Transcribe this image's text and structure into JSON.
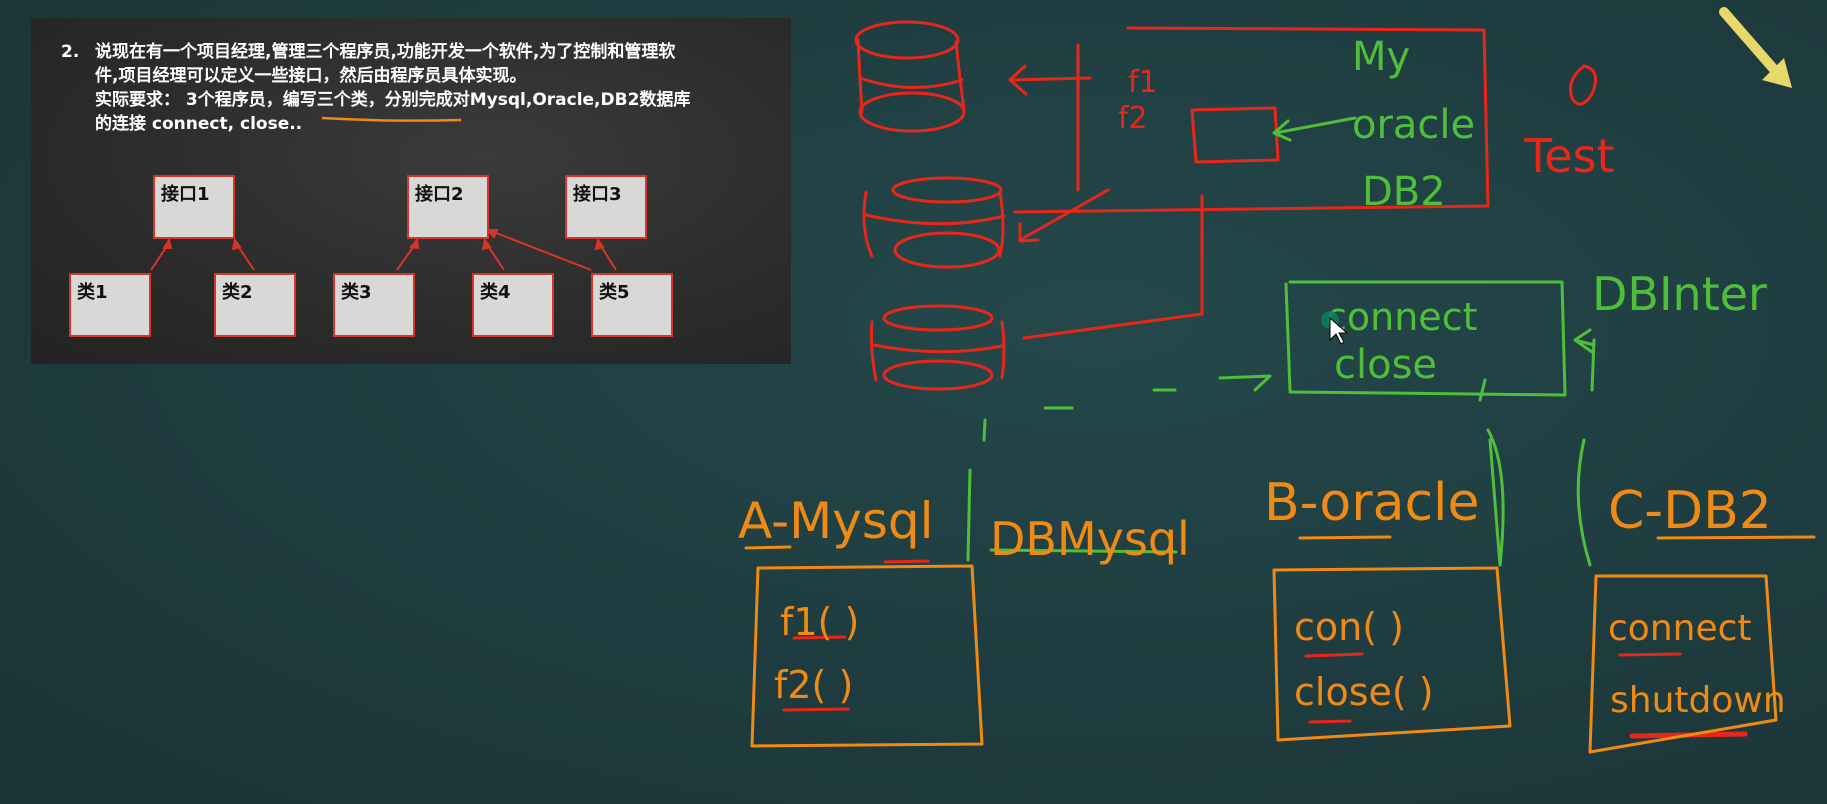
{
  "slide": {
    "number": "2.",
    "lines": [
      "说现在有一个项目经理,管理三个程序员,功能开发一个软件,为了控制和管理软",
      "件,项目经理可以定义一些接口，然后由程序员具体实现。",
      "实际要求： 3个程序员，编写三个类，分别完成对Mysql,Oracle,DB2数据库",
      "的连接 connect, close.."
    ],
    "interfaces": [
      "接口1",
      "接口2",
      "接口3"
    ],
    "classes": [
      "类1",
      "类2",
      "类3",
      "类4",
      "类5"
    ]
  },
  "handwriting": {
    "callers": [
      "f1",
      "f2"
    ],
    "db_names": [
      "My",
      "oracle",
      "DB2"
    ],
    "test": "Test",
    "interface_name": "DBInter",
    "interface_methods": [
      "connect",
      "close"
    ],
    "mysql_header": "A-Mysql",
    "mysql_class": "DBMysql",
    "mysql_methods": [
      "f1( )",
      "f2( )"
    ],
    "oracle_header": "B-oracle",
    "oracle_methods": [
      "con( )",
      "close( )"
    ],
    "db2_header": "C-DB2",
    "db2_methods": [
      "connect",
      "shutdown"
    ]
  },
  "colors": {
    "red_ink": "#e8261a",
    "green_ink": "#4fbf3a",
    "orange_ink": "#ef8a14",
    "yellow_arrow": "#e8d86a",
    "board": "#1f3c3f"
  }
}
